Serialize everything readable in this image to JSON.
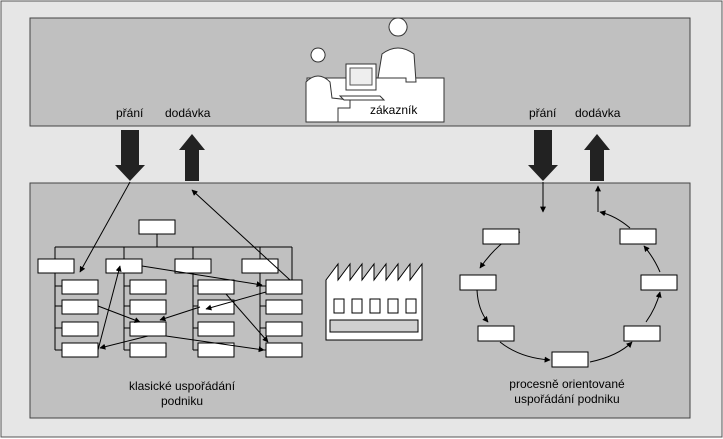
{
  "top_panel": {
    "left_request_label": "přání",
    "left_delivery_label": "dodávka",
    "customer_label": "zákazník",
    "right_request_label": "přání",
    "right_delivery_label": "dodávka"
  },
  "bottom_panel": {
    "classic_caption_line1": "klasické uspořádání",
    "classic_caption_line2": "podniku",
    "process_caption_line1": "procesně orientované",
    "process_caption_line2": "uspořádání podniku"
  },
  "colors": {
    "outer_background": "#e6e6e6",
    "panel_fill": "#c0c0c0",
    "box_fill": "#ffffff",
    "arrow_fill": "#222222"
  }
}
